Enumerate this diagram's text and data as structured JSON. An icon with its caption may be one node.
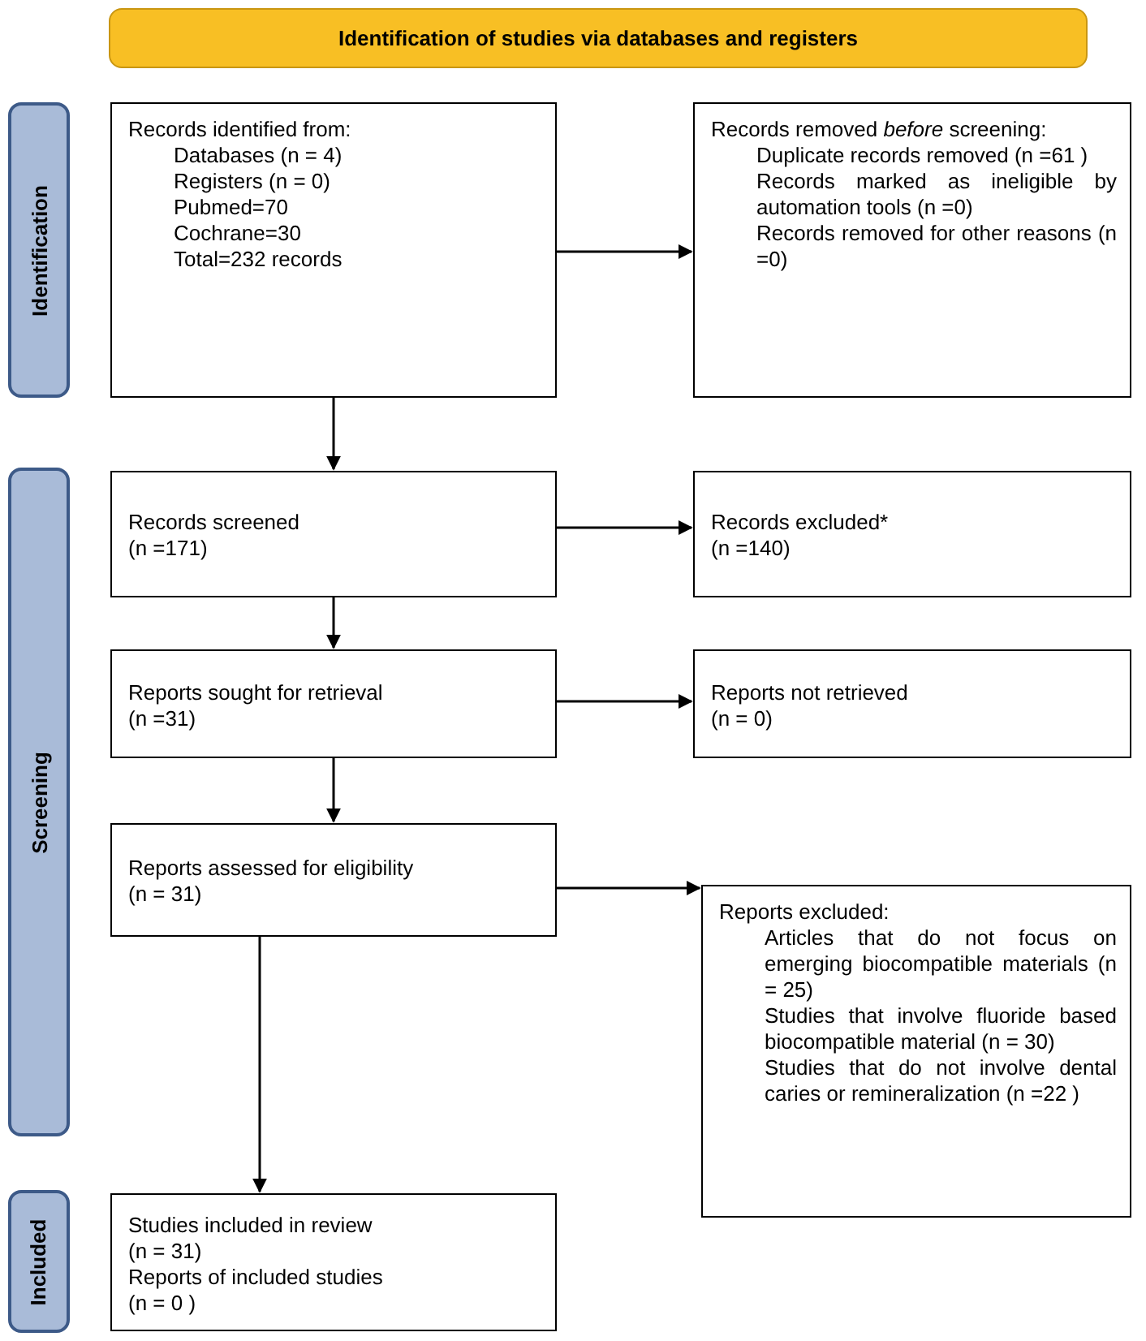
{
  "diagram": {
    "nodes": [
      {
        "text": [
          "Identification of studies via databases and registers"
        ]
      },
      {
        "text": [
          "Identification"
        ]
      },
      {
        "text": [
          "Screening"
        ]
      },
      {
        "text": [
          "Included"
        ]
      },
      {
        "text": [
          "Records identified from:",
          "Databases (n = 4)",
          "Registers (n = 0)",
          "Pubmed=70",
          "Cochrane=30",
          "Total=232 records"
        ]
      },
      {
        "text": [
          "Records removed *before* screening:",
          "Duplicate records removed (n =61 )",
          "Records marked as ineligible by automation tools (n =0)",
          "Records removed for other reasons (n =0)"
        ]
      },
      {
        "text": [
          "Records screened",
          "(n =171)"
        ]
      },
      {
        "text": [
          "Records excluded*",
          "(n =140)"
        ]
      },
      {
        "text": [
          "Reports sought for retrieval",
          "(n =31)"
        ]
      },
      {
        "text": [
          "Reports not retrieved",
          "(n = 0)"
        ]
      },
      {
        "text": [
          "Reports assessed for eligibility",
          "(n = 31)"
        ]
      },
      {
        "text": [
          "Reports excluded:",
          "Articles that do not focus on emerging biocompatible materials (n = 25)",
          "Studies that involve fluoride based biocompatible material (n = 30)",
          "Studies that do not involve dental caries or remineralization (n =22 )"
        ]
      },
      {
        "text": [
          "Studies included in review",
          "(n = 31)",
          "Reports of included studies",
          "(n = 0 )"
        ]
      }
    ],
    "edges": [
      {
        "from": 4,
        "to": 5,
        "arrow": "to"
      },
      {
        "from": 4,
        "to": 6,
        "arrow": "to"
      },
      {
        "from": 6,
        "to": 7,
        "arrow": "to"
      },
      {
        "from": 6,
        "to": 8,
        "arrow": "to"
      },
      {
        "from": 8,
        "to": 9,
        "arrow": "to"
      },
      {
        "from": 8,
        "to": 10,
        "arrow": "to"
      },
      {
        "from": 10,
        "to": 11,
        "arrow": "to"
      },
      {
        "from": 10,
        "to": 12,
        "arrow": "to"
      }
    ]
  }
}
